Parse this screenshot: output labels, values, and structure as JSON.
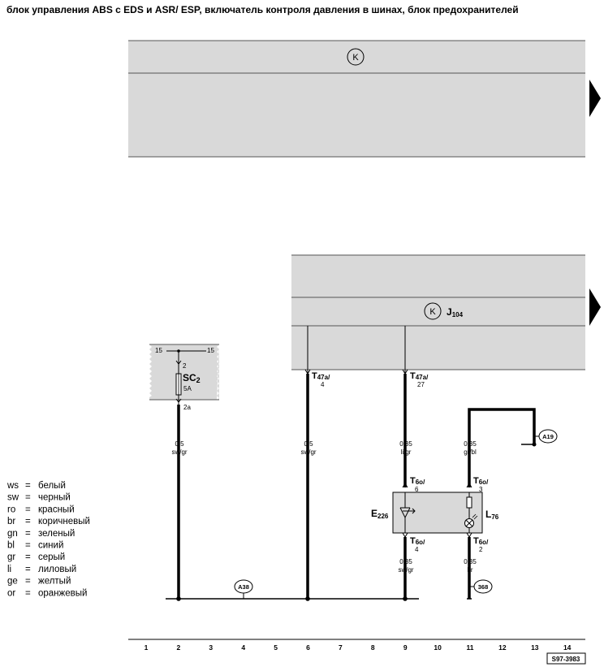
{
  "title": "блок управления ABS с EDS и ASR/ ESP, включатель контроля давления в шинах, блок предохранителей",
  "blocks": {
    "top": {
      "symbol": "K"
    },
    "control_unit": {
      "symbol": "K",
      "name": "J",
      "name_sub": "104"
    }
  },
  "fuse_box": {
    "rail_left": "15",
    "rail_right": "15",
    "pin_top": "2",
    "fuse_name": "SC",
    "fuse_sub": "2",
    "fuse_rating": "5A",
    "pin_bottom": "2a",
    "wire_size": "0,5",
    "wire_color": "sw/gr"
  },
  "connectors": {
    "t47a_4": {
      "name": "T",
      "sub": "47a/",
      "pin": "4"
    },
    "t47a_27": {
      "name": "T",
      "sub": "47a/",
      "pin": "27"
    },
    "t6o_6": {
      "name": "T",
      "sub": "6o/",
      "pin": "6"
    },
    "t6o_4": {
      "name": "T",
      "sub": "6o/",
      "pin": "4"
    },
    "t6o_3": {
      "name": "T",
      "sub": "6o/",
      "pin": "3"
    },
    "t6o_2": {
      "name": "T",
      "sub": "6o/",
      "pin": "2"
    }
  },
  "wires": {
    "w6": {
      "size": "0,5",
      "color": "sw/gr"
    },
    "w9_top": {
      "size": "0,35",
      "color": "li/gr"
    },
    "w9_bottom": {
      "size": "0,35",
      "color": "sw/gr"
    },
    "w11_top": {
      "size": "0,35",
      "color": "gr/bl"
    },
    "w11_bottom": {
      "size": "0,35",
      "color": "br"
    }
  },
  "components": {
    "e226": {
      "name": "E",
      "sub": "226"
    },
    "l76": {
      "name": "L",
      "sub": "76"
    }
  },
  "references": {
    "a19": "A19",
    "a38": "A38",
    "r368": "368"
  },
  "legend": [
    {
      "code": "ws",
      "eq": "=",
      "meaning": "белый"
    },
    {
      "code": "sw",
      "eq": "=",
      "meaning": "черный"
    },
    {
      "code": "ro",
      "eq": "=",
      "meaning": "красный"
    },
    {
      "code": "br",
      "eq": "=",
      "meaning": "коричневый"
    },
    {
      "code": "gn",
      "eq": "=",
      "meaning": "зеленый"
    },
    {
      "code": "bl",
      "eq": "=",
      "meaning": "синий"
    },
    {
      "code": "gr",
      "eq": "=",
      "meaning": "серый"
    },
    {
      "code": "li",
      "eq": "=",
      "meaning": "лиловый"
    },
    {
      "code": "ge",
      "eq": "=",
      "meaning": "желтый"
    },
    {
      "code": "or",
      "eq": "=",
      "meaning": "оранжевый"
    }
  ],
  "columns": [
    "1",
    "2",
    "3",
    "4",
    "5",
    "6",
    "7",
    "8",
    "9",
    "10",
    "11",
    "12",
    "13",
    "14"
  ],
  "figure_id": "S97-3983",
  "colors": {
    "panel": "#d9d9d9",
    "line": "#000000"
  }
}
